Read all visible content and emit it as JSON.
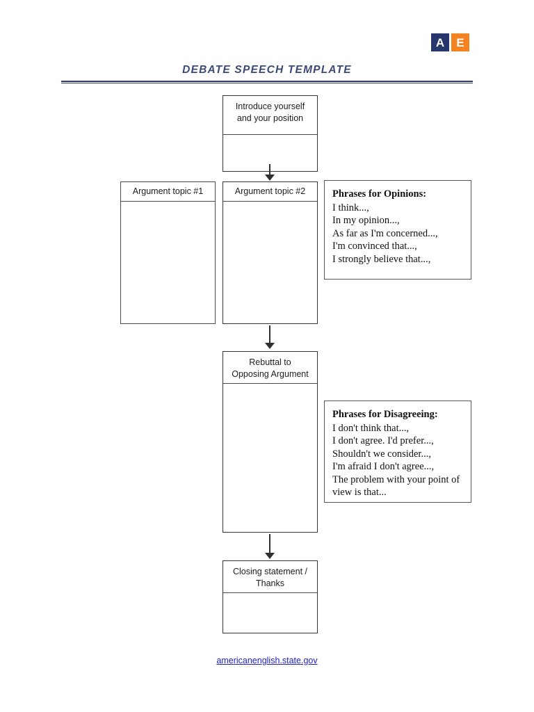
{
  "logo": {
    "tiles": [
      {
        "letter": "A",
        "color": "#27366b"
      },
      {
        "letter": "E",
        "color": "#f58220"
      }
    ],
    "name": "american-english-logo"
  },
  "header": {
    "title": "DEBATE SPEECH TEMPLATE",
    "title_color": "#3c4a76",
    "rule_color": "#2b3a68"
  },
  "flow": {
    "intro": {
      "label": "Introduce yourself\nand your position",
      "line1": "Introduce yourself",
      "line2": "and your position"
    },
    "argument1": {
      "label": "Argument topic #1"
    },
    "argument2": {
      "label": "Argument topic #2"
    },
    "rebuttal": {
      "line1": "Rebuttal to",
      "line2": "Opposing Argument"
    },
    "closing": {
      "line1": "Closing statement /",
      "line2": "Thanks"
    }
  },
  "opinions": {
    "title": "Phrases for Opinions:",
    "lines": [
      "I think...,",
      "In my opinion...,",
      "As far as I'm concerned...,",
      "I'm convinced that...,",
      "I strongly believe that...,"
    ]
  },
  "disagreeing": {
    "title": "Phrases for Disagreeing:",
    "lines": [
      "I don't think that...,",
      "I don't agree. I'd prefer...,",
      "Shouldn't we consider...,",
      "I'm afraid I don't agree...,",
      "The problem with your point of",
      "view is that..."
    ]
  },
  "footer": {
    "link_text": "americanenglish.state.gov",
    "link_color": "#2222cc"
  }
}
